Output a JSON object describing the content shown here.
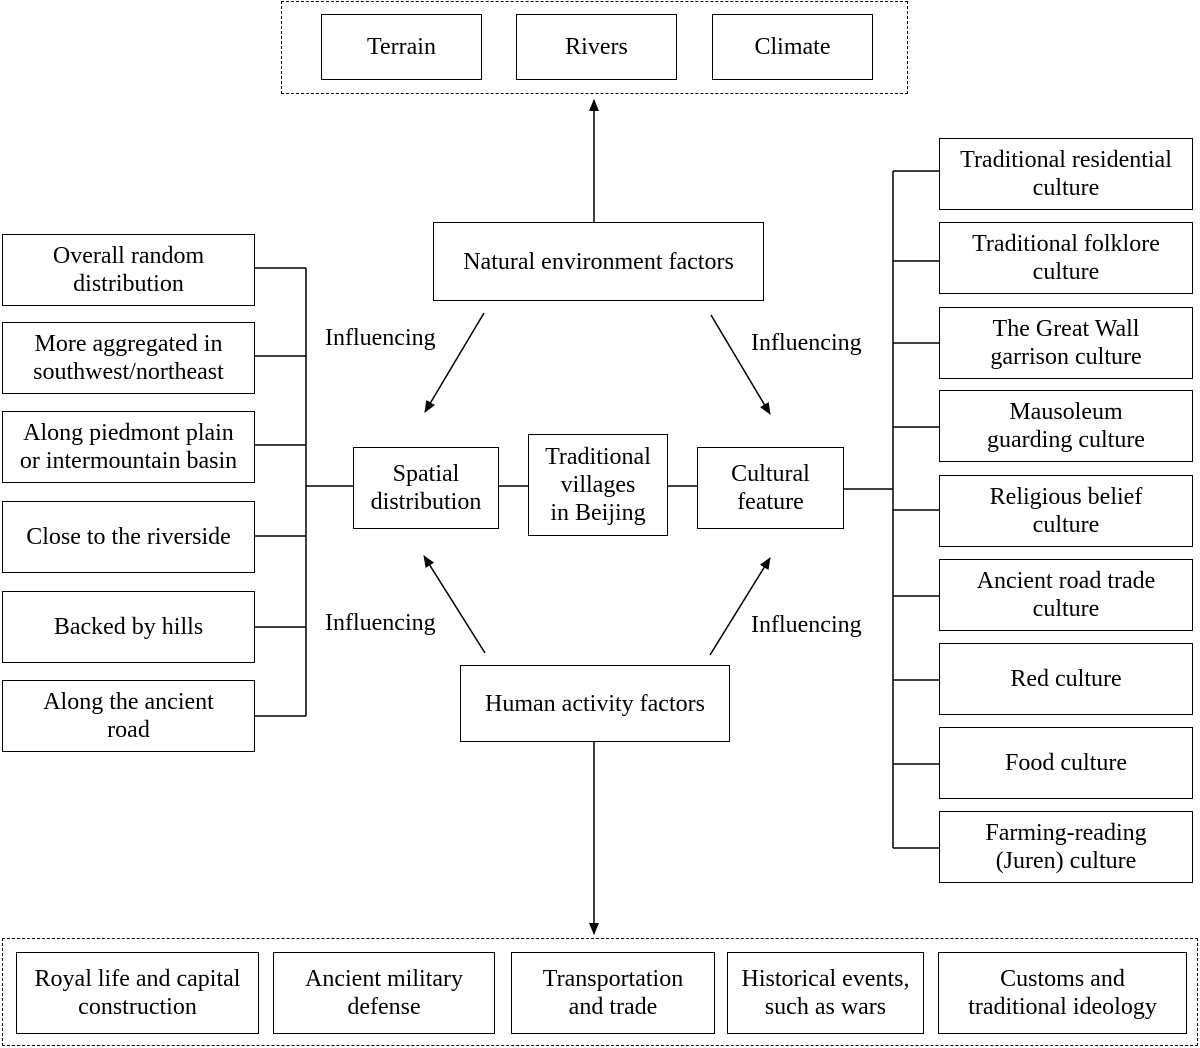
{
  "center": {
    "title": "Traditional\nvillages\nin Beijing"
  },
  "spatial": {
    "title": "Spatial\ndistribution"
  },
  "cultural": {
    "title": "Cultural\nfeature"
  },
  "natural": {
    "title": "Natural environment factors",
    "items": [
      "Terrain",
      "Rivers",
      "Climate"
    ]
  },
  "human": {
    "title": "Human activity factors",
    "items": [
      "Royal life and capital\nconstruction",
      "Ancient military\ndefense",
      "Transportation\nand trade",
      "Historical events,\nsuch as wars",
      "Customs and\ntraditional ideology"
    ]
  },
  "spatial_items": [
    "Overall random\ndistribution",
    "More aggregated in\nsouthwest/northeast",
    "Along piedmont plain\nor intermountain basin",
    "Close to the riverside",
    "Backed by hills",
    "Along the ancient\nroad"
  ],
  "culture_items": [
    "Traditional residential\nculture",
    "Traditional folklore\nculture",
    "The Great Wall\ngarrison culture",
    "Mausoleum\nguarding culture",
    "Religious belief\nculture",
    "Ancient road trade\nculture",
    "Red culture",
    "Food culture",
    "Farming-reading\n(Juren) culture"
  ],
  "edge_labels": {
    "top_left": "Influencing",
    "top_right": "Influencing",
    "bottom_left": "Influencing",
    "bottom_right": "Influencing"
  }
}
